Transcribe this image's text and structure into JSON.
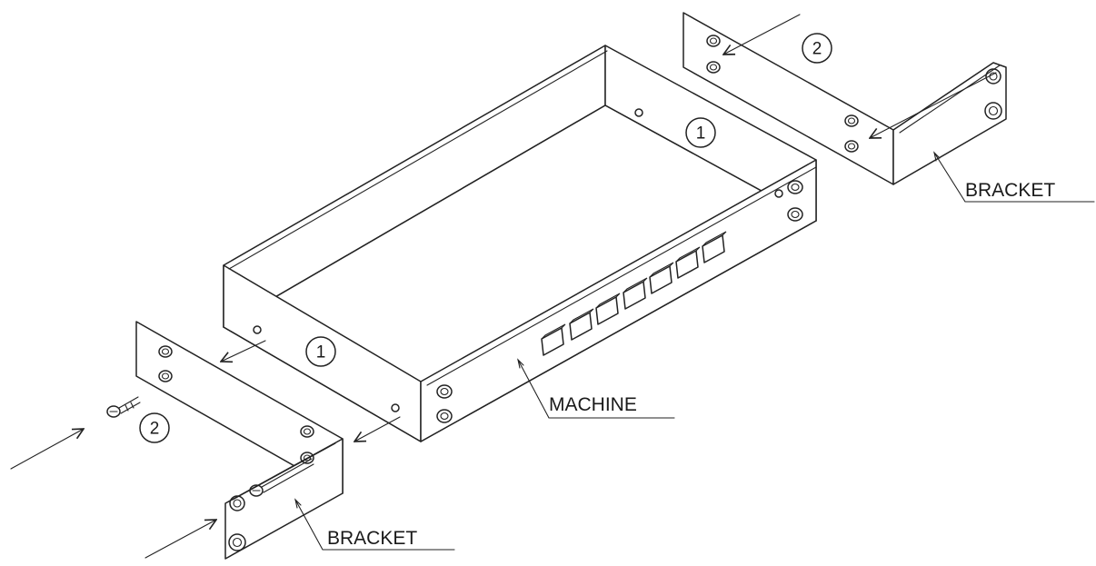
{
  "labels": {
    "machine": "MACHINE",
    "bracket_right": "BRACKET",
    "bracket_left": "BRACKET"
  },
  "step_markers": {
    "step_1_back": "1",
    "step_1_front": "1",
    "step_2_right": "2",
    "step_2_left": "2"
  },
  "machine_buttons_count": 7,
  "line_color": "#222222",
  "background_color": "#ffffff"
}
